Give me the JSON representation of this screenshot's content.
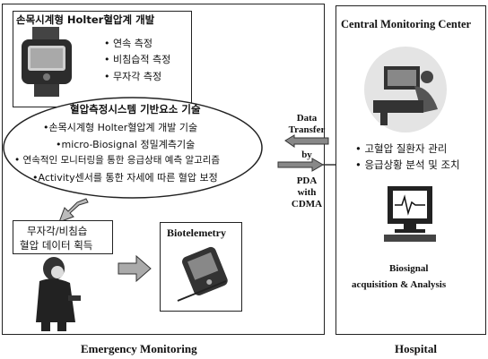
{
  "left_panel": {
    "caption": "Emergency Monitoring",
    "device_title": "손목시계형 Holter혈압계 개발",
    "device_features": [
      "• 연속 측정",
      "• 비침습적 측정",
      "• 무자각 측정"
    ],
    "ellipse_title": "혈압측정시스템 기반요소 기술",
    "ellipse_items": [
      "•손목시계형 Holter혈압계 개발 기술",
      "•micro-Biosignal 정밀계측기술",
      "• 연속적인 모니터링을 통한 응급상태 예측 알고리즘",
      "•Activity센서를 통한 자세에 따른 혈압 보정"
    ],
    "acquisition_label": [
      "무자각/비침습",
      "혈압 데이터 획득"
    ],
    "biotelemetry_label": "Biotelemetry"
  },
  "transfer": {
    "top_label": [
      "Data",
      "Transfer",
      "by"
    ],
    "bottom_label": [
      "PDA",
      "with",
      "CDMA"
    ]
  },
  "right_panel": {
    "caption": "Hospital",
    "title": "Central Monitoring Center",
    "items": [
      "• 고혈압 질환자 관리",
      "• 응급상황 분석 및 조치"
    ],
    "analysis_label": [
      "Biosignal",
      "acquisition & Analysis"
    ]
  }
}
